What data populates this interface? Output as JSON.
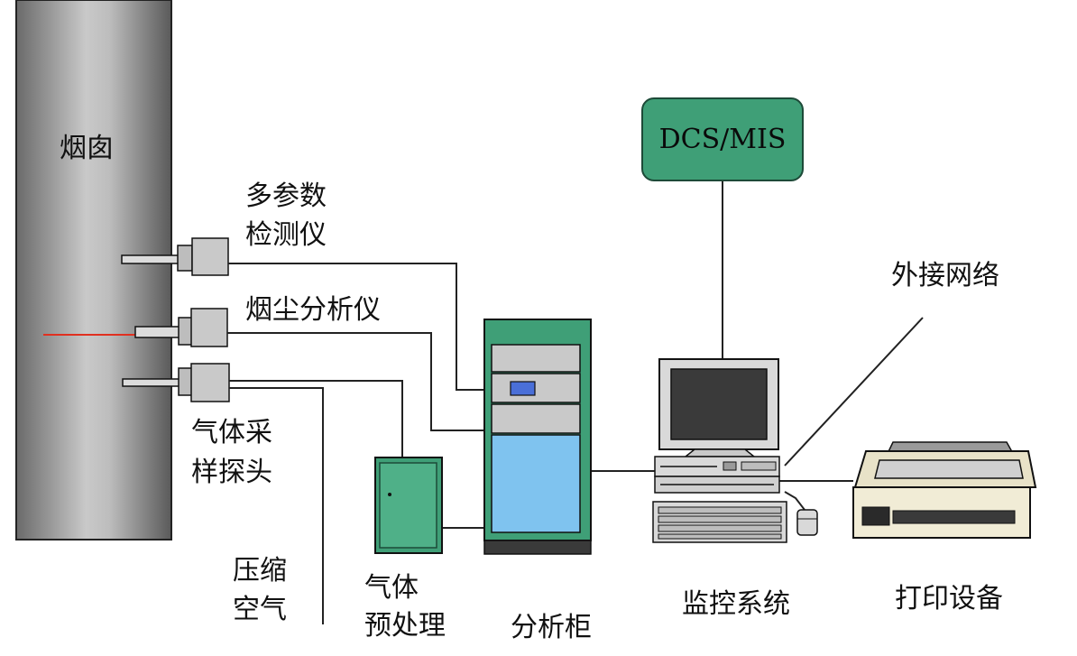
{
  "labels": {
    "chimney": "烟囱",
    "multi_param_line1": "多参数",
    "multi_param_line2": "检测仪",
    "dust_analyzer": "烟尘分析仪",
    "gas_probe_line1": "气体采",
    "gas_probe_line2": "样探头",
    "compressed_air_line1": "压缩",
    "compressed_air_line2": "空气",
    "pretreat_line1": "气体",
    "pretreat_line2": "预处理",
    "cabinet": "分析柜",
    "monitor_system": "监控系统",
    "print_device": "打印设备",
    "external_network": "外接网络",
    "dcs": "DCS/MIS"
  },
  "colors": {
    "cabinet_green": "#3f9f77",
    "screen_blue": "#7fc3ef",
    "panel_gray": "#c9c9c9",
    "chimney_dark": "#6e6e6e",
    "chimney_light": "#c8c8c8",
    "laser_red": "#e03020"
  }
}
